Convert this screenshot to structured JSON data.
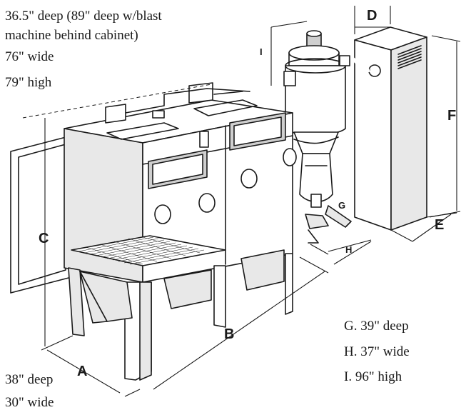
{
  "notes_top": {
    "deep": "36.5\" deep (89\" deep w/blast",
    "deep_cont": "machine behind cabinet)",
    "wide": "76\" wide",
    "high": "79\" high"
  },
  "notes_bottom_left": {
    "deep": "38\" deep",
    "wide": "30\" wide"
  },
  "notes_bottom_right": {
    "g": "G. 39\" deep",
    "h": "H. 37\" wide",
    "i": "I.  96\" high"
  },
  "dimension_labels": {
    "a": "A",
    "b": "B",
    "c": "C",
    "d": "D",
    "e": "E",
    "f": "F",
    "g": "G",
    "h": "H",
    "i": "I"
  }
}
